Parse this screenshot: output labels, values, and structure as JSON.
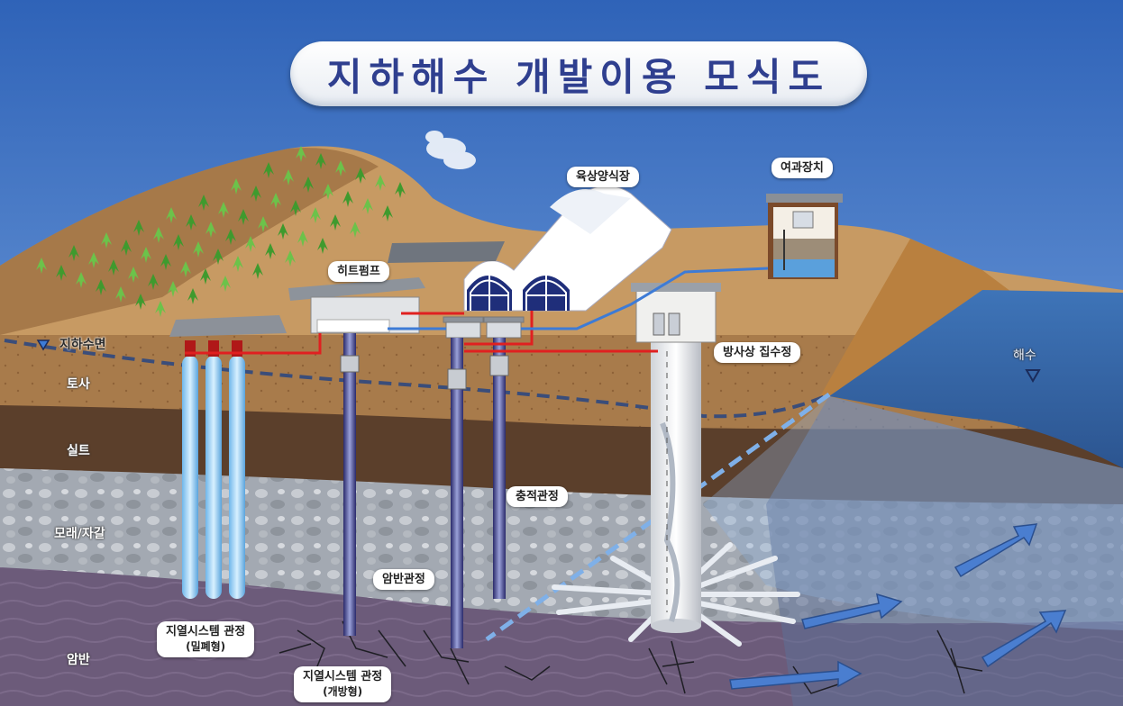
{
  "title": "지하해수 개발이용 모식도",
  "labels": {
    "aquaculture": "육상양식장",
    "filter": "여과장치",
    "heat_pump": "히트펌프",
    "collector_well": "방사상 집수정",
    "seawater": "해수",
    "sediment_well": "충적관정",
    "bedrock_well": "암반관정",
    "geo_closed_line1": "지열시스템 관정",
    "geo_closed_line2": "(밀폐형)",
    "geo_open_line1": "지열시스템 관정",
    "geo_open_line2": "(개방형)"
  },
  "layers": {
    "water_table": "지하수면",
    "soil": "토사",
    "silt": "실트",
    "sand_gravel": "모래/자갈",
    "bedrock": "암반"
  },
  "colors": {
    "sky": "#3a6fc2",
    "hill": "#c99a62",
    "soil": "#a77a4a",
    "silt": "#5a3e2a",
    "gravel": "#9aa0a8",
    "bedrock": "#6a5a78",
    "sea": "#3f6fae",
    "pipe_red": "#e02020",
    "pipe_blue": "#3d7bd6",
    "title_text": "#2f3f8f"
  },
  "icons": [
    "water-level-triangle-icon",
    "flow-arrow-icon"
  ]
}
